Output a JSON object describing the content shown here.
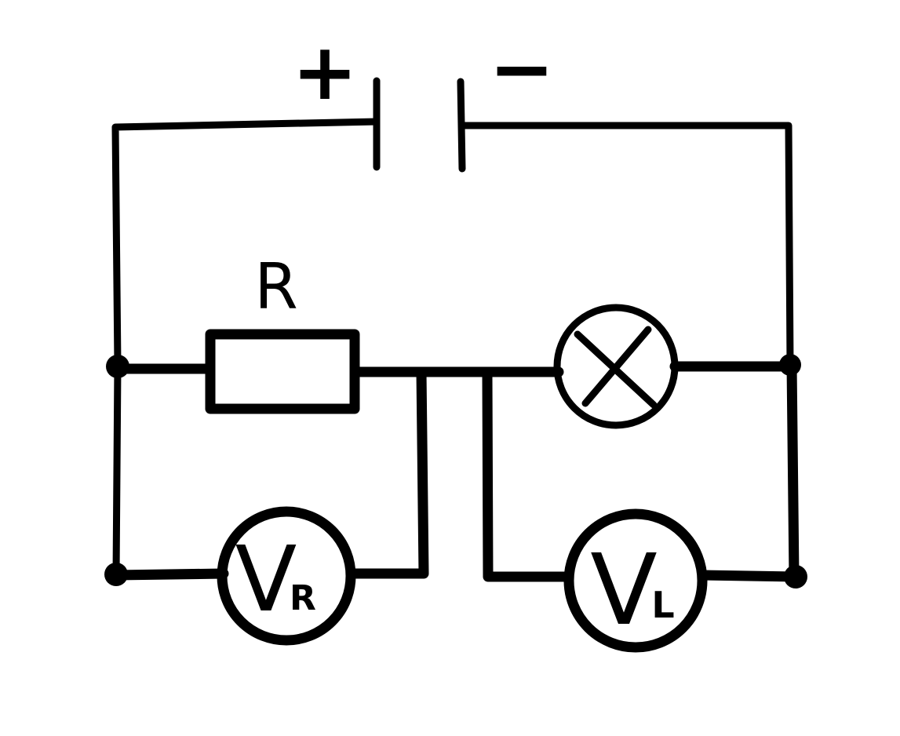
{
  "battery": {
    "positive_label": "+",
    "negative_label": "−"
  },
  "resistor": {
    "label": "R"
  },
  "voltmeter_resistor": {
    "label_main": "V",
    "label_sub": "R"
  },
  "voltmeter_lamp": {
    "label_main": "V",
    "label_sub": "L"
  },
  "colors": {
    "ink": "#000000",
    "background": "#ffffff"
  }
}
